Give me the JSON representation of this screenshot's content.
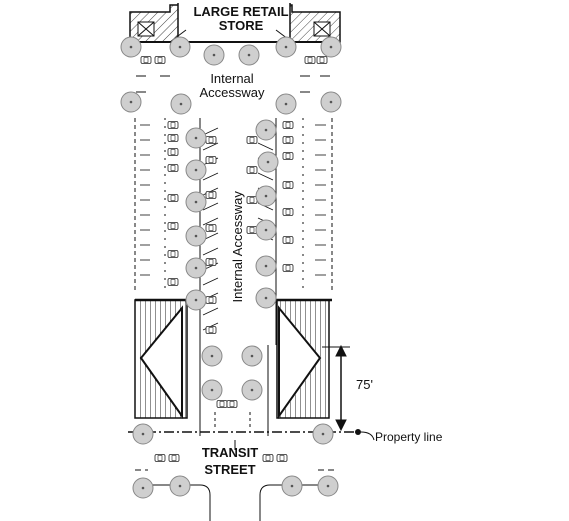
{
  "labels": {
    "store_line1": "LARGE RETAIL",
    "store_line2": "STORE",
    "accessway_top_line1": "Internal",
    "accessway_top_line2": "Accessway",
    "accessway_vertical": "Internal Accessway",
    "dimension": "75'",
    "property_line": "Property line",
    "street_line1": "TRANSIT",
    "street_line2": "STREET"
  },
  "colors": {
    "line": "#111111",
    "tree_fill": "#cfcfcf",
    "tree_stroke": "#888888",
    "background": "#ffffff"
  },
  "icons": [
    "tree-icon",
    "car-icon",
    "arrow-icon",
    "property-marker-icon"
  ]
}
